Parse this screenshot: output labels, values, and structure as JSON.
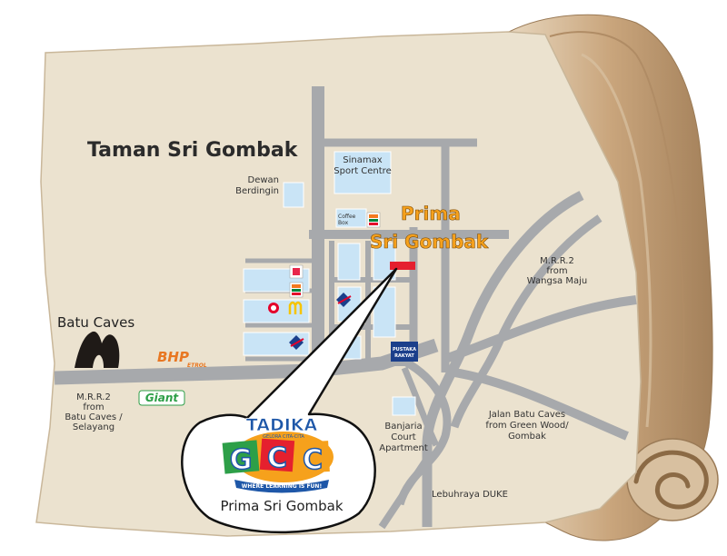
{
  "map": {
    "area_title": "Taman Sri Gombak",
    "destination_line1": "Prima",
    "destination_line2": "Sri Gombak",
    "labels": {
      "sinamax_1": "Sinamax",
      "sinamax_2": "Sport Centre",
      "dewan_1": "Dewan",
      "dewan_2": "Berdingin",
      "coffee_1": "Coffee",
      "coffee_2": "Box",
      "batu_caves": "Batu Caves",
      "mrr2_left_1": "M.R.R.2",
      "mrr2_left_2": "from",
      "mrr2_left_3": "Batu Caves /",
      "mrr2_left_4": "Selayang",
      "mrr2_right_1": "M.R.R.2",
      "mrr2_right_2": "from",
      "mrr2_right_3": "Wangsa Maju",
      "banjaria_1": "Banjaria",
      "banjaria_2": "Court",
      "banjaria_3": "Apartment",
      "jalan_1": "Jalan Batu Caves",
      "jalan_2": "from Green Wood/",
      "jalan_3": "Gombak",
      "duke": "Lebuhraya DUKE",
      "pustaka_1": "PUSTAKA",
      "pustaka_2": "RAKYAT"
    },
    "logos": {
      "bhp": "BHP",
      "bhp_sub": "ETROL",
      "giant": "Giant"
    },
    "callout": {
      "brand_top": "TADIKA",
      "brand_sub": "GELORA CITA-CITA",
      "letter_1": "G",
      "letter_2": "C",
      "letter_3": "C",
      "tagline": "WHERE LEARNING IS FUN!",
      "caption": "Prima Sri Gombak"
    },
    "colors": {
      "parchment": "#ebe2cf",
      "road": "#a7a9ac",
      "building": "#c9e4f6",
      "destination_text": "#f6a11c",
      "marker": "#e5202e"
    }
  }
}
